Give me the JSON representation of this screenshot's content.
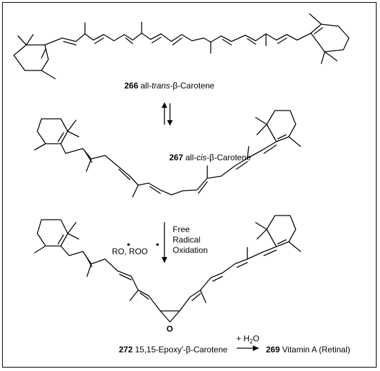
{
  "compounds": [
    {
      "number": "266",
      "prefix": "all-",
      "stereo": "trans",
      "suffix": "-β-Carotene"
    },
    {
      "number": "267",
      "prefix": "all-",
      "stereo": "cis",
      "suffix": "-β-Carotene"
    },
    {
      "number": "272",
      "name": "15,15-Epoxy'-β-Carotene"
    },
    {
      "number": "269",
      "name": "Vitamin A (Retinal)"
    }
  ],
  "reagents": {
    "radicals_ro": "RO",
    "radicals_sep": ", ",
    "radicals_roo": "ROO",
    "oxidation_line1": "Free",
    "oxidation_line2": "Radical",
    "oxidation_line3": "Oxidation",
    "water_plus": "+ H",
    "water_sub": "2",
    "water_o": "O",
    "epoxide_oxygen": "O"
  }
}
